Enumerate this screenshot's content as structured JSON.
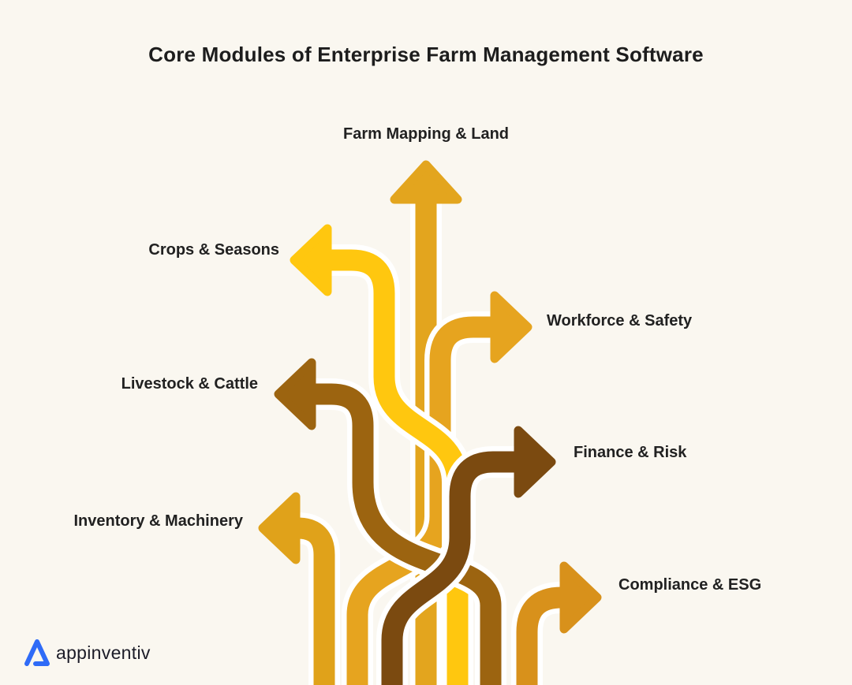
{
  "title": "Core Modules of Enterprise Farm Management Software",
  "background": "#FAF7F0",
  "diagram": {
    "type": "branching-arrows",
    "description": "Seven rounded arrow paths rise from the bottom edge, weave across each other, and branch outward to a label for each core module",
    "casing_color": "#FFFFFF"
  },
  "modules": [
    {
      "label": "Farm Mapping & Land",
      "direction": "up",
      "color": "#E3A51E"
    },
    {
      "label": "Crops & Seasons",
      "direction": "left",
      "color": "#FFC70F"
    },
    {
      "label": "Workforce & Safety",
      "direction": "right",
      "color": "#E6A41F"
    },
    {
      "label": "Livestock & Cattle",
      "direction": "left",
      "color": "#9C6410"
    },
    {
      "label": "Finance & Risk",
      "direction": "right",
      "color": "#7B4A10"
    },
    {
      "label": "Inventory & Machinery",
      "direction": "left",
      "color": "#E0A21A"
    },
    {
      "label": "Compliance & ESG",
      "direction": "right",
      "color": "#D8911B"
    }
  ],
  "brand": {
    "name": "appinventiv",
    "logo_color": "#2F6BF7",
    "text_color": "#1c1c28"
  }
}
